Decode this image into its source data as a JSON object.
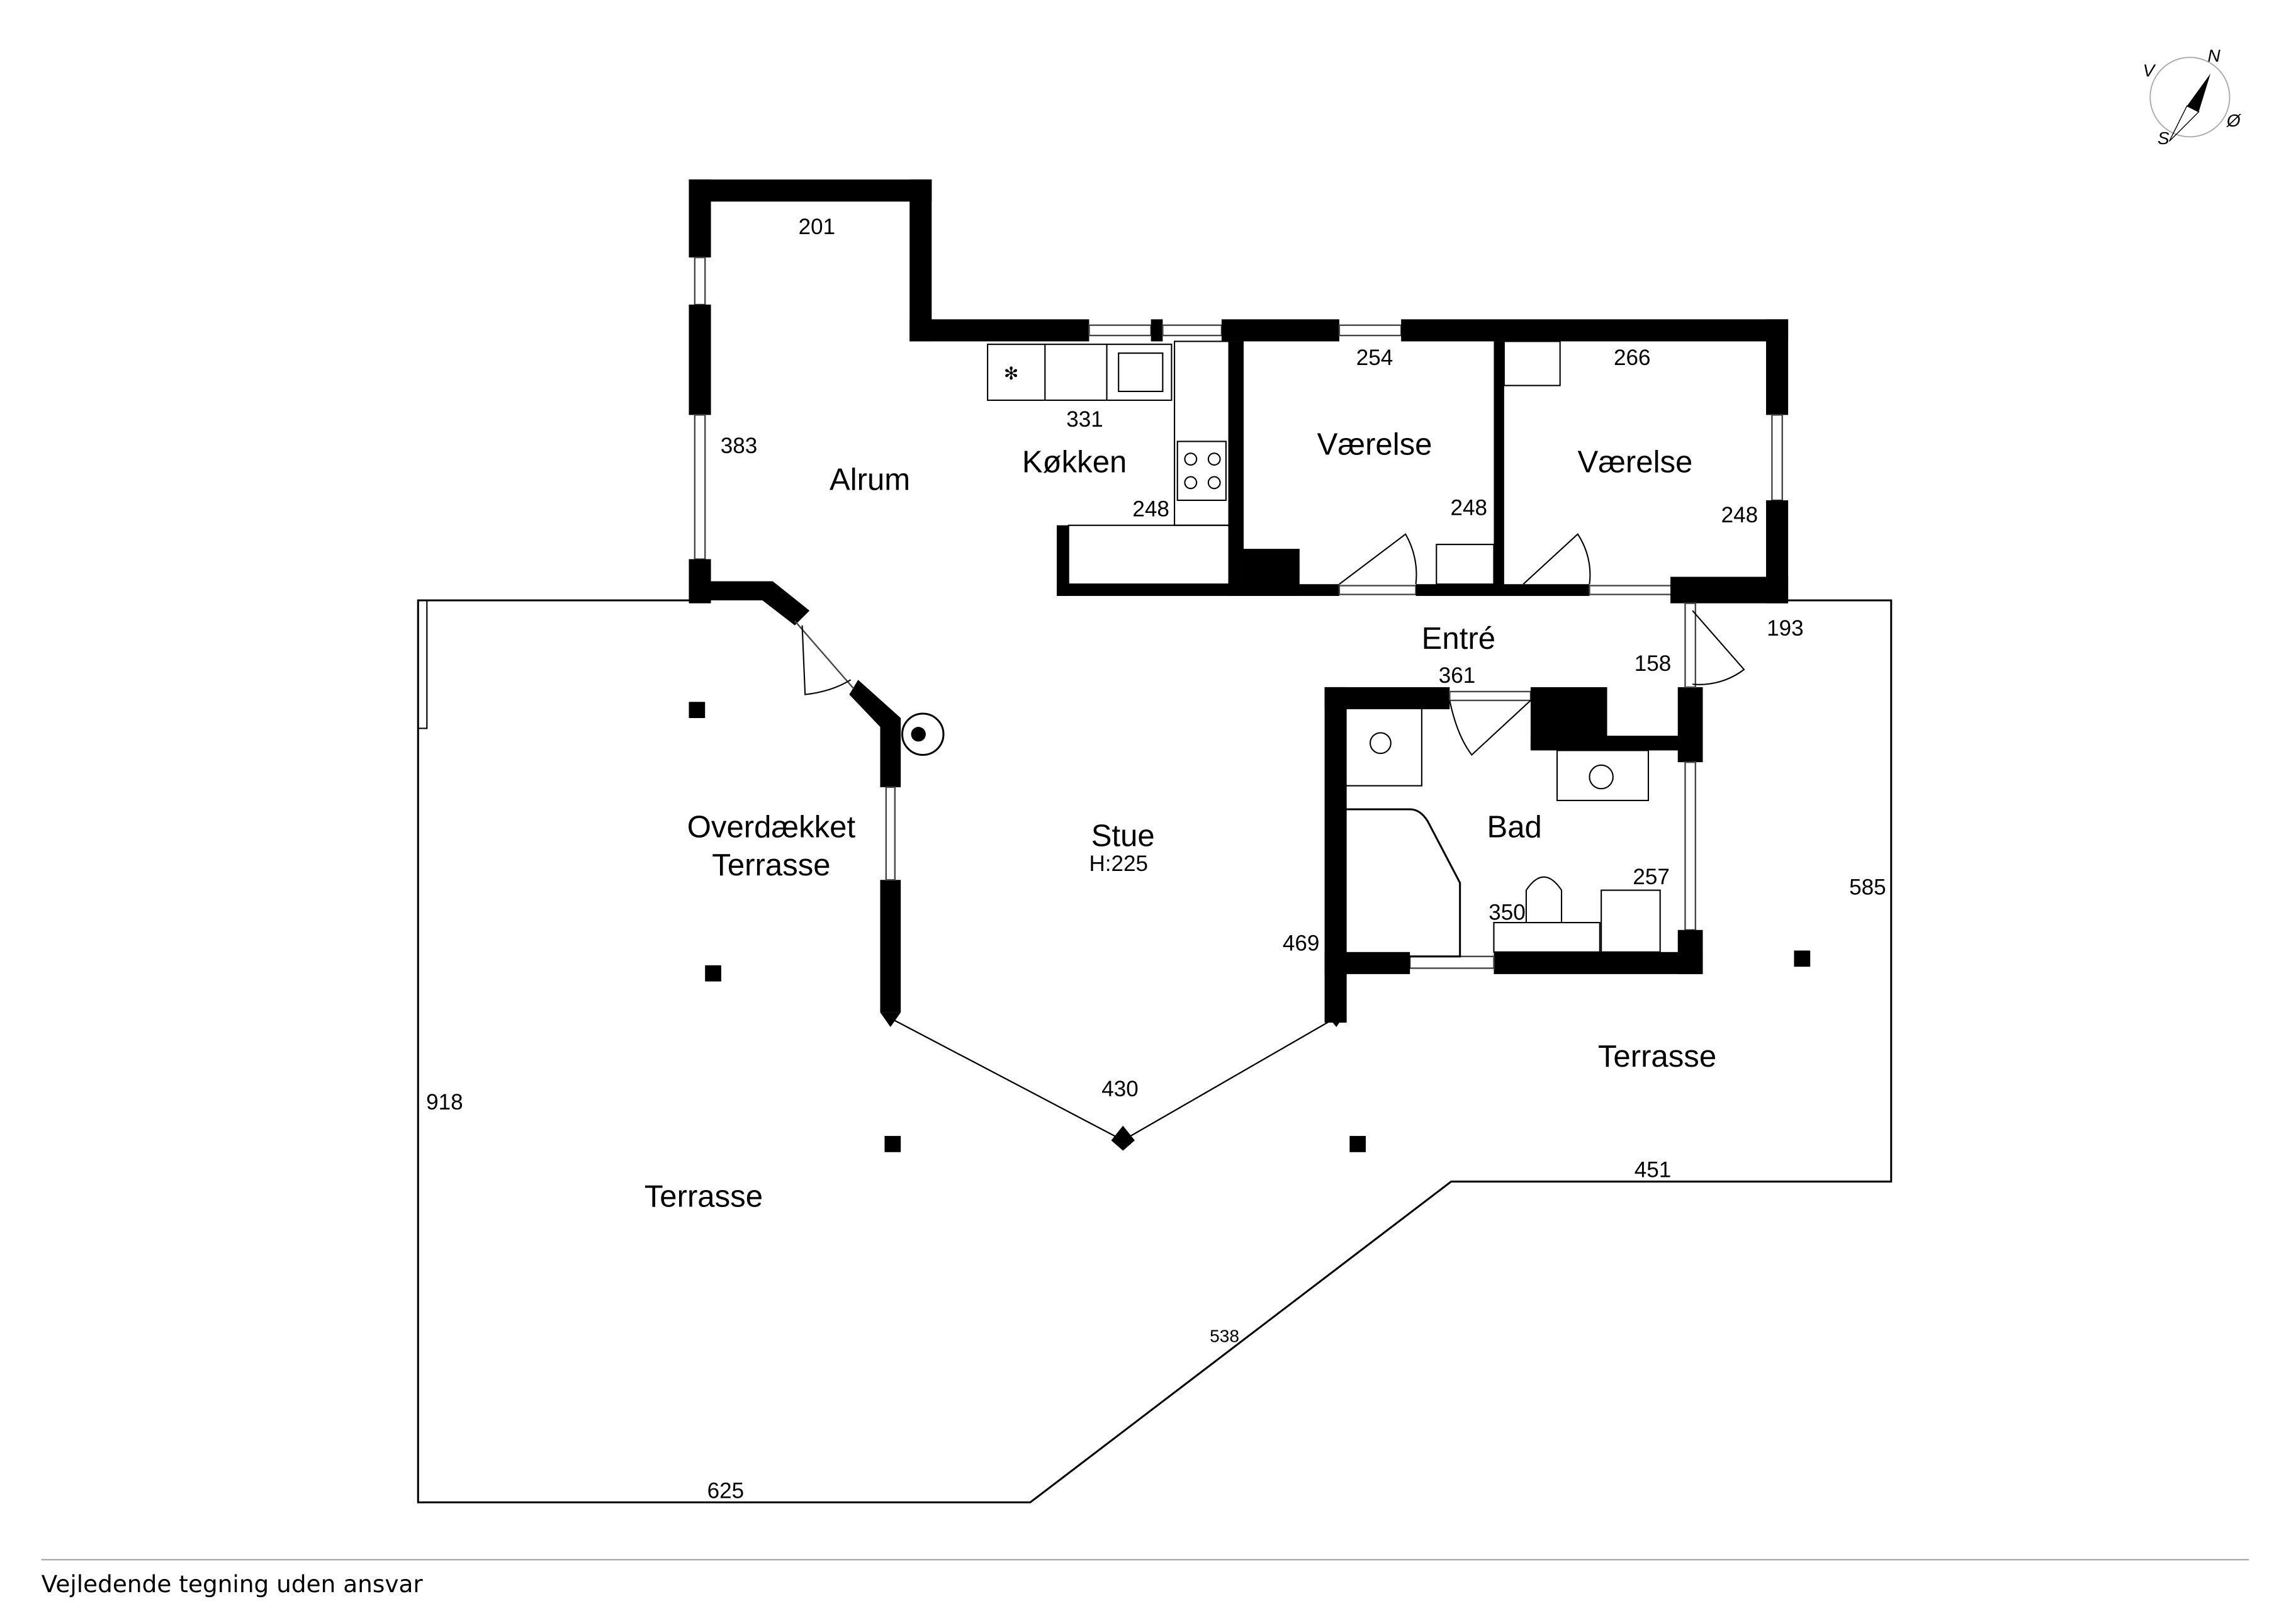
{
  "rooms": {
    "alrum": "Alrum",
    "kokken": "Køkken",
    "vaerelse1": "Værelse",
    "vaerelse2": "Værelse",
    "entre": "Entré",
    "stue": "Stue",
    "stue_height": "H:225",
    "bad": "Bad",
    "overdaekket_line1": "Overdækket",
    "overdaekket_line2": "Terrasse",
    "terrasse_left": "Terrasse",
    "terrasse_right": "Terrasse"
  },
  "dimensions": {
    "alrum_top": "201",
    "alrum_side": "383",
    "kitchen_width": "331",
    "kitchen_depth": "248",
    "room1_width": "254",
    "room1_depth": "248",
    "room2_width": "266",
    "room2_depth": "248",
    "entre_width": "361",
    "entre_door": "158",
    "entre_outer": "193",
    "bad_257": "257",
    "bad_350": "350",
    "stue_469": "469",
    "stue_430": "430",
    "terrace_right_585": "585",
    "terrace_451": "451",
    "terrace_538": "538",
    "terrace_918": "918",
    "terrace_625": "625"
  },
  "compass": {
    "n": "N",
    "s": "S",
    "e": "Ø",
    "w": "V"
  },
  "footer": "Vejledende tegning uden ansvar"
}
